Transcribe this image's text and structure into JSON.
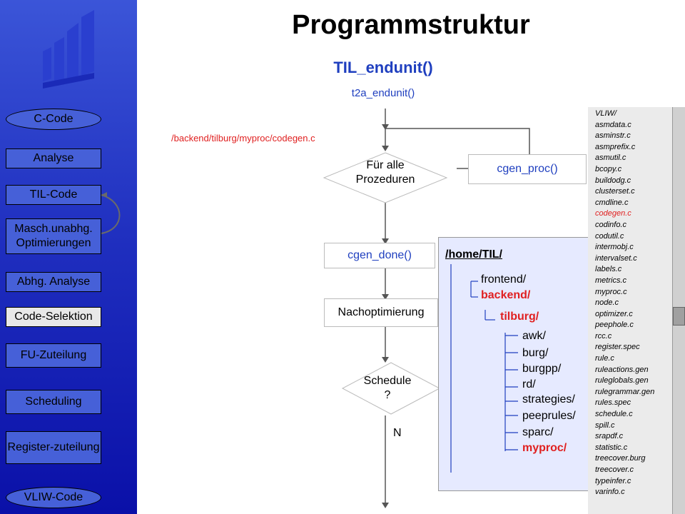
{
  "title": "Programmstruktur",
  "subtitle": "TIL_endunit()",
  "subsubtitle": "t2a_endunit()",
  "path_label": "/backend/tilburg/myproc/codegen.c",
  "sidebar": {
    "top": "C-Code",
    "steps": [
      "Analyse",
      "TIL-Code",
      "Masch.unabhg. Optimierungen",
      "Abhg. Analyse",
      "Code-Selektion",
      "FU-Zuteilung",
      "Scheduling",
      "Register-zuteilung"
    ],
    "bottom": "VLIW-Code"
  },
  "flow": {
    "decision1_line1": "Für alle",
    "decision1_line2": "Prozeduren",
    "proc_box": "cgen_proc()",
    "done_box": "cgen_done()",
    "post_box": "Nachoptimierung",
    "decision2_line1": "Schedule",
    "decision2_line2": "?",
    "no_label": "N"
  },
  "tree": {
    "root": "/home/TIL/",
    "level1": [
      "frontend/",
      "backend/"
    ],
    "level2": "tilburg/",
    "level3": [
      "awk/",
      "burg/",
      "burgpp/",
      "rd/",
      "strategies/",
      "peeprules/",
      "sparc/",
      "myproc/"
    ]
  },
  "files": [
    "VLIW/",
    "asmdata.c",
    "asminstr.c",
    "asmprefix.c",
    "asmutil.c",
    "bcopy.c",
    "buildodg.c",
    "clusterset.c",
    "cmdline.c",
    "codegen.c",
    "codinfo.c",
    "codutil.c",
    "intermobj.c",
    "intervalset.c",
    "labels.c",
    "metrics.c",
    "myproc.c",
    "node.c",
    "optimizer.c",
    "peephole.c",
    "rcc.c",
    "register.spec",
    "rule.c",
    "ruleactions.gen",
    "ruleglobals.gen",
    "rulegrammar.gen",
    "rules.spec",
    "schedule.c",
    "spill.c",
    "srapdf.c",
    "statistic.c",
    "treecover.burg",
    "treecover.c",
    "typeinfer.c",
    "varinfo.c"
  ],
  "colors": {
    "accent_blue": "#1f3fbf",
    "highlight_red": "#e02020",
    "sidebar_blue": "#2030c0",
    "panel_blue": "#e6eaff"
  }
}
